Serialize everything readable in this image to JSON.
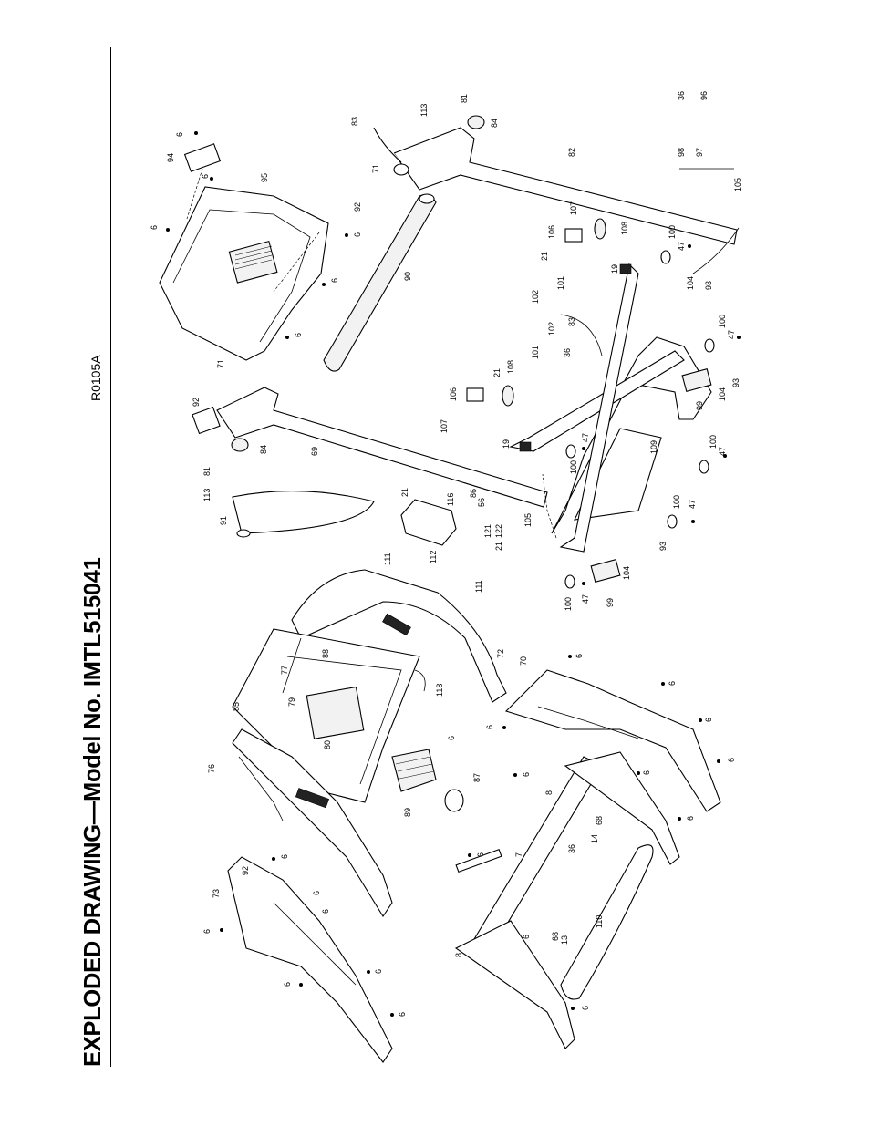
{
  "document": {
    "title": "EXPLODED DRAWING—Model No. IMTL515041",
    "drawing_code": "R0105A"
  },
  "callouts": {
    "c6": "6",
    "c7": "7",
    "c8": "8",
    "c13": "13",
    "c14": "14",
    "c19": "19",
    "c21": "21",
    "c36": "36",
    "c47": "47",
    "c56": "56",
    "c68": "68",
    "c69": "69",
    "c70": "70",
    "c71": "71",
    "c72": "72",
    "c73": "73",
    "c76": "76",
    "c77": "77",
    "c79": "79",
    "c80": "80",
    "c81": "81",
    "c82": "82",
    "c83": "83",
    "c84": "84",
    "c85": "85",
    "c86": "86",
    "c87": "87",
    "c88": "88",
    "c89": "89",
    "c90": "90",
    "c91": "91",
    "c92": "92",
    "c93": "93",
    "c94": "94",
    "c95": "95",
    "c96": "96",
    "c97": "97",
    "c98": "98",
    "c99": "99",
    "c100": "100",
    "c101": "101",
    "c102": "102",
    "c104": "104",
    "c105": "105",
    "c106": "106",
    "c107": "107",
    "c108": "108",
    "c109": "109",
    "c110": "110",
    "c111": "111",
    "c112": "112",
    "c113": "113",
    "c116": "116",
    "c118": "118",
    "c121": "121",
    "c122": "122"
  }
}
